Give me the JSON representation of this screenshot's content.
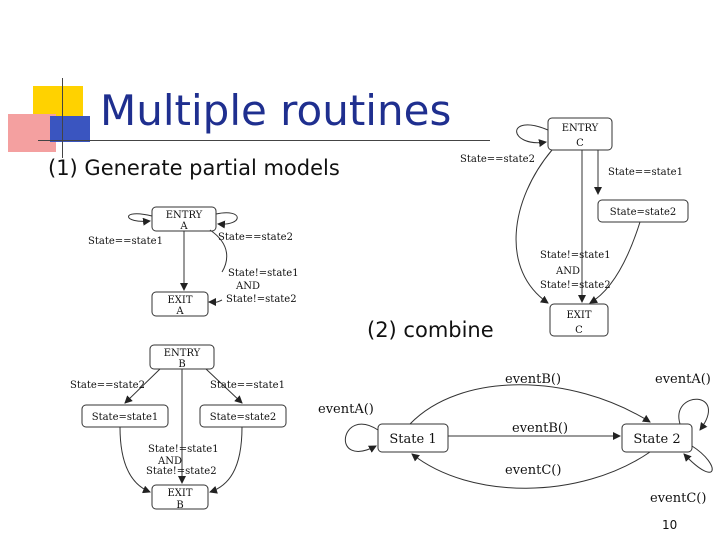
{
  "slide": {
    "title": "Multiple routines",
    "subtitle": "(1) Generate partial models",
    "combine_label": "(2) combine",
    "page_number": "10"
  },
  "decoration": {
    "colors": {
      "yellow": "#ffd200",
      "blue": "#2a44a8",
      "red": "#f08080",
      "line": "#333333"
    }
  },
  "diagram_a": {
    "entry_line1": "ENTRY",
    "entry_line2": "A",
    "exit_line1": "EXIT",
    "exit_line2": "A",
    "edge_left": "State==state1",
    "edge_right": "State==state2",
    "cond_line1": "State!=state1",
    "cond_line2": "AND",
    "cond_line3": "State!=state2"
  },
  "diagram_b": {
    "entry_line1": "ENTRY",
    "entry_line2": "B",
    "exit_line1": "EXIT",
    "exit_line2": "B",
    "edge_left": "State==state2",
    "edge_right": "State==state1",
    "box_left": "State=state1",
    "box_right": "State=state2",
    "cond_line1": "State!=state1",
    "cond_line2": "AND",
    "cond_line3": "State!=state2"
  },
  "diagram_c": {
    "entry_line1": "ENTRY",
    "entry_line2": "C",
    "exit_line1": "EXIT",
    "exit_line2": "C",
    "edge_left": "State==state2",
    "edge_right": "State==state1",
    "box_right": "State=state2",
    "cond_line1": "State!=state1",
    "cond_line2": "AND",
    "cond_line3": "State!=state2"
  },
  "combined": {
    "state1": "State 1",
    "state2": "State 2",
    "event_b_top": "eventB()",
    "event_b_mid": "eventB()",
    "event_c_bottom": "eventC()",
    "event_a_left": "eventA()",
    "event_a_right": "eventA()",
    "event_c_right": "eventC()"
  }
}
